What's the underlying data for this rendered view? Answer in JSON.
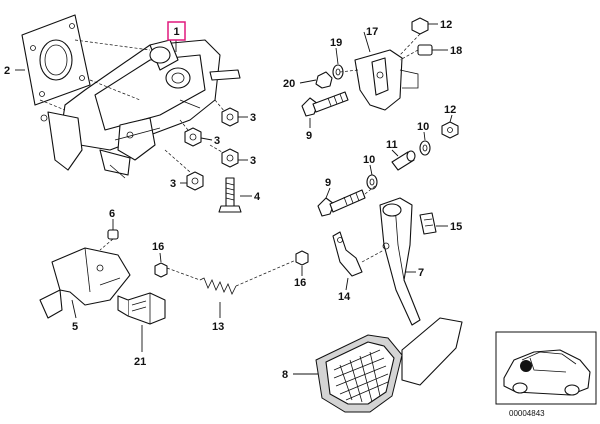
{
  "callouts": {
    "c1": "1",
    "c2": "2",
    "c3a": "3",
    "c3b": "3",
    "c3c": "3",
    "c3d": "3",
    "c4": "4",
    "c5": "5",
    "c6": "6",
    "c7": "7",
    "c8": "8",
    "c9a": "9",
    "c9b": "9",
    "c10a": "10",
    "c10b": "10",
    "c11": "11",
    "c12a": "12",
    "c12b": "12",
    "c13": "13",
    "c14": "14",
    "c15": "15",
    "c16a": "16",
    "c16b": "16",
    "c17": "17",
    "c18": "18",
    "c19": "19",
    "c20": "20",
    "c21": "21"
  },
  "highlight_color": "#e0197d",
  "catalog_number": "00004843"
}
